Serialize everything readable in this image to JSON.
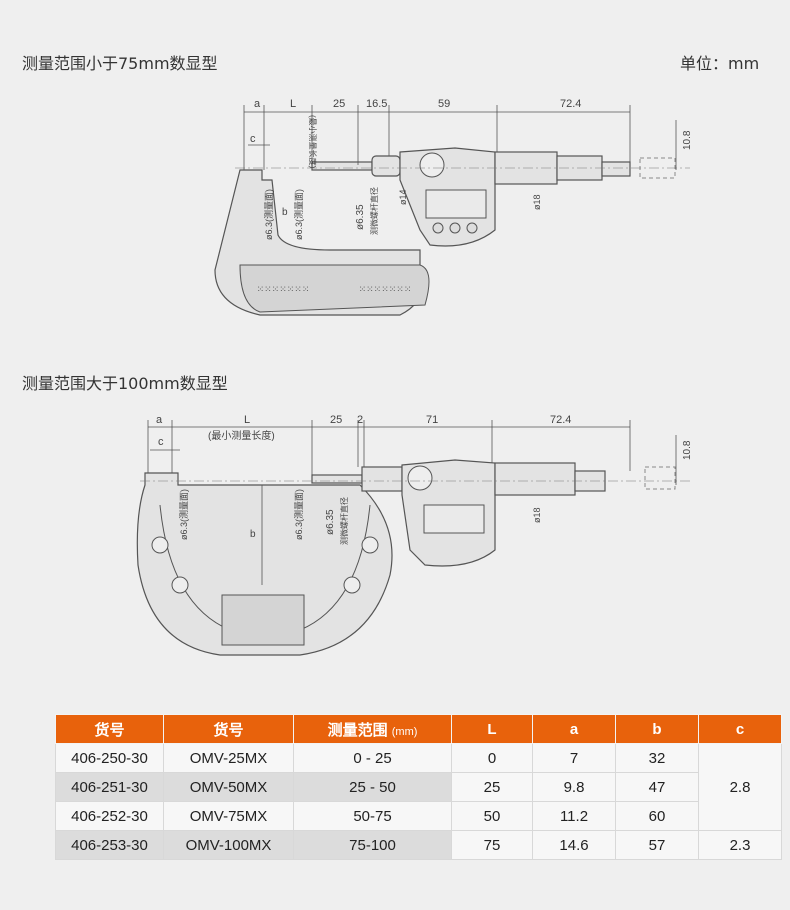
{
  "section1": {
    "title": "测量范围小于75mm数显型",
    "unit": "单位：mm",
    "dims": {
      "a": "a",
      "L": "L",
      "d25": "25",
      "d165": "16.5",
      "d59": "59",
      "d724": "72.4",
      "c": "c",
      "d108": "10.8",
      "min_len": "(最小测量长度)",
      "face1": "ø6.3(测量面)",
      "face2": "ø6.3(测量面)",
      "b": "b",
      "spindle": "ø6.35",
      "spindle_label": "测微螺杆直径",
      "d14": "ø14",
      "d18": "ø18"
    }
  },
  "section2": {
    "title": "测量范围大于100mm数显型",
    "dims": {
      "a": "a",
      "L": "L",
      "d25": "25",
      "d2": "2",
      "d71": "71",
      "d724": "72.4",
      "c": "c",
      "d108": "10.8",
      "min_len": "(最小测量长度)",
      "face1": "ø6.3(测量面)",
      "face2": "ø6.3(测量面)",
      "b": "b",
      "spindle": "ø6.35",
      "spindle_label": "测微螺杆直径",
      "d18": "ø18"
    }
  },
  "table": {
    "headers": [
      "货号",
      "货号",
      "测量范围",
      "(mm)",
      "L",
      "a",
      "b",
      "c"
    ],
    "rows": [
      {
        "code": "406-250-30",
        "model": "OMV-25MX",
        "range": "0 - 25",
        "L": "0",
        "a": "7",
        "b": "32"
      },
      {
        "code": "406-251-30",
        "model": "OMV-50MX",
        "range": "25 - 50",
        "L": "25",
        "a": "9.8",
        "b": "47"
      },
      {
        "code": "406-252-30",
        "model": "OMV-75MX",
        "range": "50-75",
        "L": "50",
        "a": "11.2",
        "b": "60"
      },
      {
        "code": "406-253-30",
        "model": "OMV-100MX",
        "range": "75-100",
        "L": "75",
        "a": "14.6",
        "b": "57"
      }
    ],
    "c_values": [
      "2.8",
      "2.3"
    ]
  },
  "colors": {
    "header": "#e8620c",
    "background": "#efefef"
  }
}
